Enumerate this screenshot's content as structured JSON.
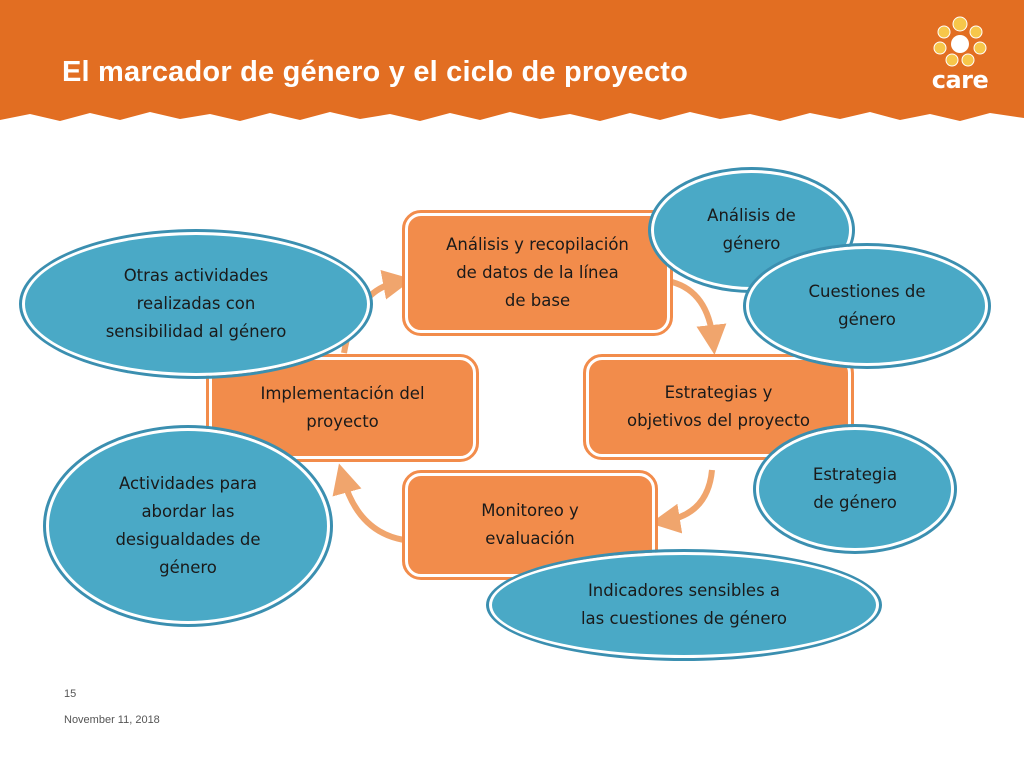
{
  "slide": {
    "title": "El marcador de género y el ciclo de proyecto",
    "page_number": "15",
    "date": "November 11, 2018"
  },
  "logo": {
    "text": "care"
  },
  "colors": {
    "header": "#e26e22",
    "box": "#f28c4b",
    "arrow": "#f0a56d",
    "oval": "#4aa9c6",
    "oval_outline": "#3b8fb0"
  },
  "cycle": [
    {
      "id": "analisis",
      "label": "Análisis y recopilación\nde datos de la línea\nde base"
    },
    {
      "id": "estrategias",
      "label": "Estrategias y\nobjetivos del proyecto"
    },
    {
      "id": "monitoreo",
      "label": "Monitoreo y\nevaluación"
    },
    {
      "id": "implementacion",
      "label": "Implementación del\nproyecto"
    }
  ],
  "gender_elements": [
    {
      "id": "analisis-genero",
      "label": "Análisis de\ngénero"
    },
    {
      "id": "cuestiones-genero",
      "label": "Cuestiones de\ngénero"
    },
    {
      "id": "estrategia-genero",
      "label": "Estrategia\nde género"
    },
    {
      "id": "indicadores",
      "label": "Indicadores sensibles a\nlas cuestiones de género"
    },
    {
      "id": "actividades-desigualdades",
      "label": "Actividades para\nabordar las\ndesigualdades de\ngénero"
    },
    {
      "id": "otras-actividades",
      "label": "Otras actividades\nrealizadas con\nsensibilidad al género"
    }
  ]
}
